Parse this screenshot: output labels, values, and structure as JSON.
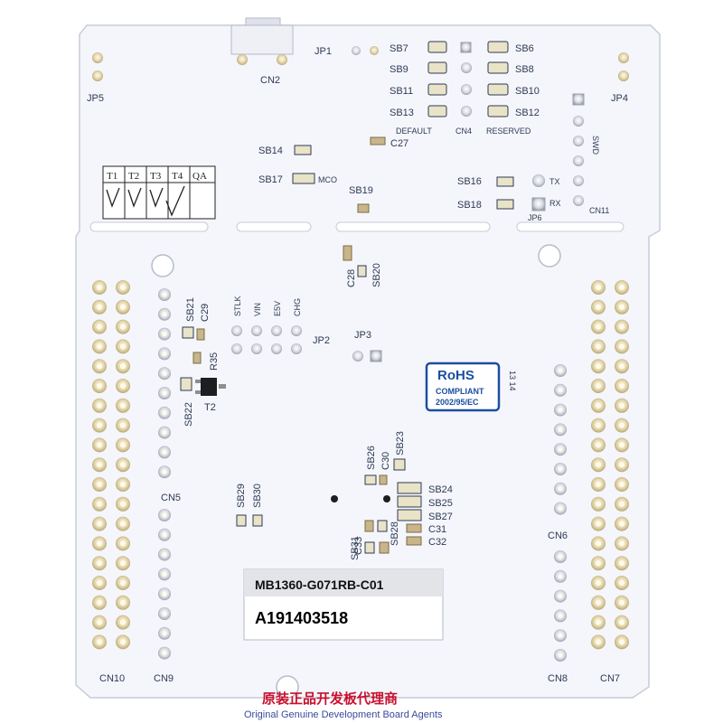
{
  "board_label": {
    "part_number": "MB1360-G071RB-C01",
    "serial": "A191403518"
  },
  "rohs": {
    "title": "RoHS",
    "line1": "COMPLIANT",
    "line2": "2002/95/EC"
  },
  "qa_table": {
    "headers": [
      "T1",
      "T2",
      "T3",
      "T4",
      "QA"
    ]
  },
  "silkscreen": {
    "cn2": "CN2",
    "jp1": "JP1",
    "jp5": "JP5",
    "jp4": "JP4",
    "sb7": "SB7",
    "sb9": "SB9",
    "sb11": "SB11",
    "sb13": "SB13",
    "sb6": "SB6",
    "sb8": "SB8",
    "sb10": "SB10",
    "sb12": "SB12",
    "default": "DEFAULT",
    "cn4": "CN4",
    "reserved": "RESERVED",
    "swd": "SWD",
    "sb14": "SB14",
    "c27": "C27",
    "sb17": "SB17",
    "mco": "MCO",
    "sb19": "SB19",
    "sb16": "SB16",
    "tx": "TX",
    "sb18": "SB18",
    "rx": "RX",
    "jp6": "JP6",
    "cn11": "CN11",
    "c28": "C28",
    "sb20": "SB20",
    "sb21": "SB21",
    "c29": "C29",
    "stlk": "STLK",
    "vin": "VIN",
    "e5v": "E5V",
    "chg": "CHG",
    "jp2": "JP2",
    "jp3": "JP3",
    "r35": "R35",
    "sb22": "SB22",
    "t2": "T2",
    "pin_marker": "13 14",
    "sb26": "SB26",
    "c30": "C30",
    "sb23": "SB23",
    "sb24": "SB24",
    "sb25": "SB25",
    "sb27": "SB27",
    "sb29": "SB29",
    "sb30": "SB30",
    "c33": "C33",
    "sb28": "SB28",
    "sb31": "SB31",
    "c31": "C31",
    "c32": "C32",
    "cn5": "CN5",
    "cn6": "CN6",
    "cn10": "CN10",
    "cn9": "CN9",
    "cn8": "CN8",
    "cn7": "CN7"
  },
  "watermark": {
    "chinese": "原装正品开发板代理商",
    "english": "Original Genuine Development Board Agents"
  },
  "colors": {
    "pcb": "#f4f6fb",
    "silkscreen": "#2f3a55",
    "header_pin": "#e8dcb0",
    "rohs_blue": "#1b4fa0",
    "watermark_red": "#c8102e"
  }
}
